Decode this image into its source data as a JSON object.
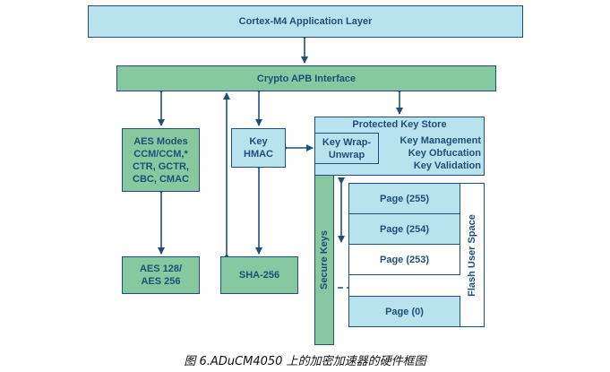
{
  "blocks": {
    "app_layer": "Cortex-M4 Application Layer",
    "apb_interface": "Crypto APB Interface",
    "aes_modes": [
      "AES Modes",
      "CCM/CCM,*",
      "CTR, GCTR,",
      "CBC, CMAC"
    ],
    "key_hmac": [
      "Key",
      "HMAC"
    ],
    "aes_core": [
      "AES 128/",
      "AES 256"
    ],
    "sha": "SHA-256",
    "protected_key_store": {
      "title": "Protected Key Store",
      "key_wrap": [
        "Key Wrap-",
        "Unwrap"
      ],
      "functions": [
        "Key Management",
        "Key Obfucation",
        "Key Validation"
      ]
    },
    "secure_keys": "Secure Keys",
    "flash": {
      "label": "Flash User Space",
      "pages": [
        "Page (255)",
        "Page (254)",
        "Page (253)",
        "Page (0)"
      ]
    }
  },
  "colors": {
    "blue_fill": "#b9e2ef",
    "green_fill": "#86c9a0",
    "stroke": "#1f4e79"
  },
  "caption": "图 6.ADuCM4050 上的加密加速器的硬件框图"
}
